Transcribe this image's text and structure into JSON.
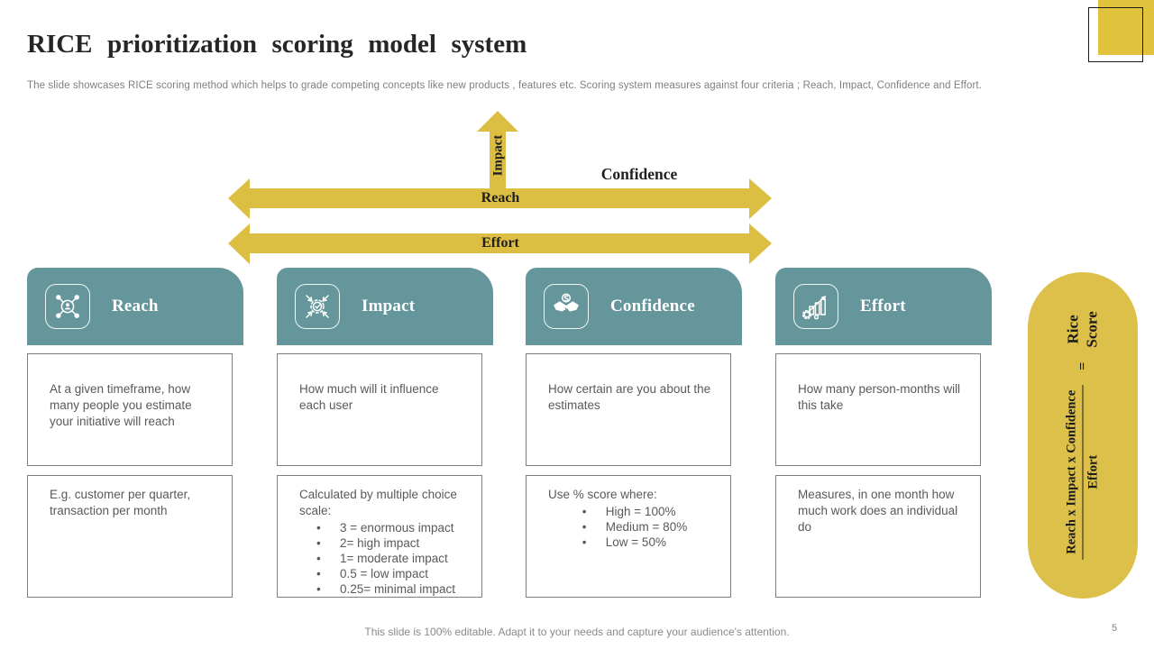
{
  "slide": {
    "title": "RICE prioritization scoring model system",
    "subtitle": "The slide showcases RICE scoring method which helps to grade competing concepts like new products , features etc. Scoring system measures against four criteria ; Reach, Impact, Confidence and Effort.",
    "footer": "This slide is 100% editable. Adapt it to your needs and capture your audience's attention.",
    "page_number": "5"
  },
  "colors": {
    "teal_header": "#64969B",
    "arrow_yellow": "#DCBF42",
    "pill_yellow": "#DDC04A",
    "body_text_gray": "#595959"
  },
  "axes": {
    "vertical_label": "Impact",
    "top_arrow_label": "Reach",
    "top_arrow_caption": "Confidence",
    "bottom_arrow_label": "Effort"
  },
  "cards": [
    {
      "title": "Reach",
      "icon": "audience-network-icon",
      "description": "At a given timeframe, how many people you estimate your initiative will reach",
      "example": "E.g. customer per quarter, transaction per month"
    },
    {
      "title": "Impact",
      "icon": "impact-converge-icon",
      "description": "How much will it influence each user",
      "scale_lead": "Calculated by multiple choice scale:",
      "scale_items": [
        "3 = enormous impact",
        "2= high impact",
        "1= moderate impact",
        "0.5 = low impact",
        "0.25= minimal impact"
      ]
    },
    {
      "title": "Confidence",
      "icon": "handshake-icon",
      "description": "How certain are you about the estimates",
      "scale_lead": "Use % score where:",
      "scale_items": [
        "High = 100%",
        "Medium = 80%",
        "Low = 50%"
      ]
    },
    {
      "title": "Effort",
      "icon": "effort-chart-icon",
      "description": "How many person-months will this take",
      "example": "Measures, in one month how much work does an individual do"
    }
  ],
  "formula": {
    "numerator": "Reach x Impact x Confidence",
    "denominator": "Effort",
    "equals": "=",
    "result_top": "Rice",
    "result_bottom": "Score"
  }
}
